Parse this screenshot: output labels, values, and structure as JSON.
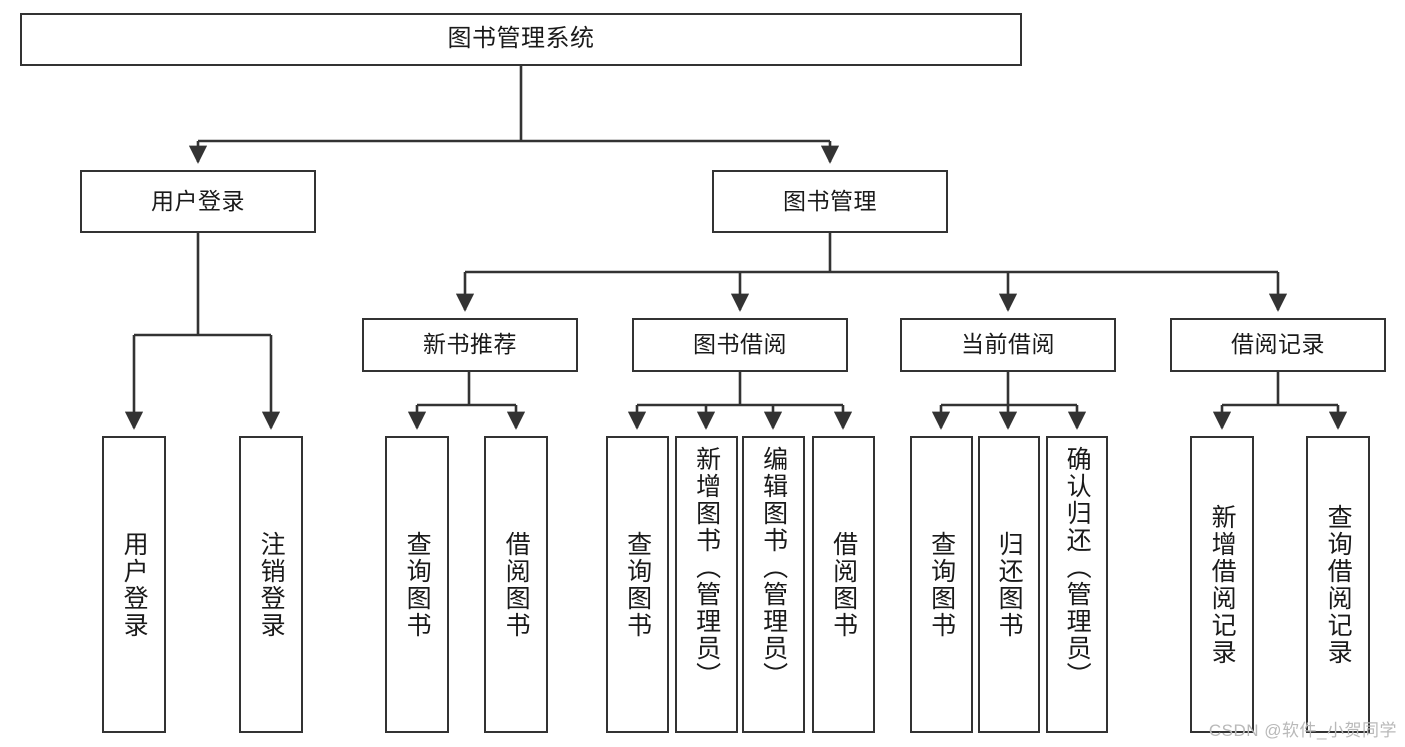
{
  "diagram": {
    "title": "图书管理系统",
    "type": "functional-structure-tree",
    "watermark": "CSDN @软件_小贺同学",
    "colors": {
      "box_border": "#333333",
      "box_fill": "#ffffff",
      "edge": "#333333",
      "text": "#1a1a1a",
      "watermark": "#b9b9b9"
    }
  },
  "nodes": {
    "root": {
      "label": "图书管理系统"
    },
    "level2": [
      {
        "label": "用户登录"
      },
      {
        "label": "图书管理"
      }
    ],
    "level3": [
      {
        "label": "新书推荐"
      },
      {
        "label": "图书借阅"
      },
      {
        "label": "当前借阅"
      },
      {
        "label": "借阅记录"
      }
    ],
    "leaves_user_login": [
      {
        "label": "用户登录"
      },
      {
        "label": "注销登录"
      }
    ],
    "leaves_new_book": [
      {
        "label": "查询图书"
      },
      {
        "label": "借阅图书"
      }
    ],
    "leaves_borrow": [
      {
        "label": "查询图书"
      },
      {
        "label": "新增图书（管理员）"
      },
      {
        "label": "编辑图书（管理员）"
      },
      {
        "label": "借阅图书"
      }
    ],
    "leaves_current": [
      {
        "label": "查询图书"
      },
      {
        "label": "归还图书"
      },
      {
        "label": "确认归还（管理员）"
      }
    ],
    "leaves_record": [
      {
        "label": "新增借阅记录"
      },
      {
        "label": "查询借阅记录"
      }
    ]
  }
}
